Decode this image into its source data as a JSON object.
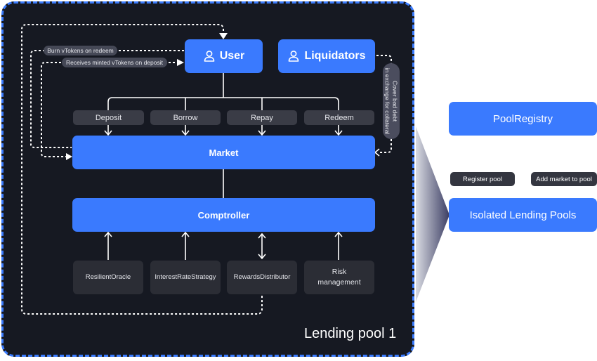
{
  "lending_pool": {
    "label": "Lending pool 1",
    "actors": {
      "user": {
        "label": "User",
        "icon": "user-icon"
      },
      "liquidators": {
        "label": "Liquidators",
        "icon": "user-icon"
      }
    },
    "flow_pills": {
      "burn": "Burn vTokens on redeem",
      "receive": "Receives minted vTokens on deposit",
      "cover_line1": "Cover bad debt",
      "cover_line2": "in exchange for collateral"
    },
    "actions": [
      "Deposit",
      "Borrow",
      "Repay",
      "Redeem"
    ],
    "market": "Market",
    "comptroller": "Comptroller",
    "modules": [
      {
        "label": "ResilientOracle",
        "arrow": "up"
      },
      {
        "label": "InterestRateStrategy",
        "arrow": "up"
      },
      {
        "label": "RewardsDistributor",
        "arrow": "both"
      },
      {
        "label": "Risk management",
        "arrow": "up"
      }
    ]
  },
  "registry": {
    "pool_registry": "PoolRegistry",
    "register_pool": "Register pool",
    "add_market": "Add market to pool",
    "isolated_pools": "Isolated Lending Pools"
  },
  "colors": {
    "accent_blue": "#3a7afe",
    "pool_background": "#161922",
    "pool_border": "#3a7bfd",
    "action_gray": "#3a3c46",
    "module_gray": "#2b2d35"
  }
}
